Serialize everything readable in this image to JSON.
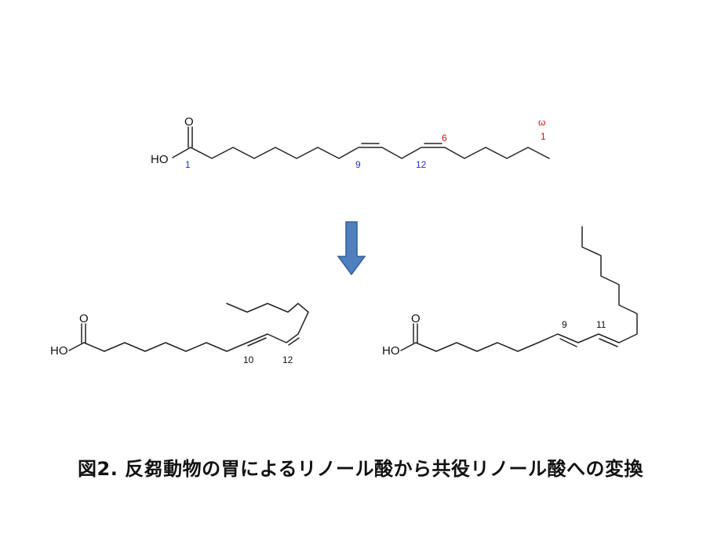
{
  "top_molecule": {
    "atoms": {
      "oxygen": "O",
      "hydroxyl": "HO"
    },
    "carbon_labels": {
      "c1": "1",
      "c9": "9",
      "c12": "12"
    },
    "omega_labels": {
      "omega": "ω",
      "omega1": "1",
      "omega6": "6"
    }
  },
  "arrow": {
    "color": "#4f7fbf",
    "border": "#355f95"
  },
  "bottom_left_molecule": {
    "atoms": {
      "oxygen": "O",
      "hydroxyl": "HO"
    },
    "carbon_labels": {
      "c10": "10",
      "c12": "12"
    }
  },
  "bottom_right_molecule": {
    "atoms": {
      "oxygen": "O",
      "hydroxyl": "HO"
    },
    "carbon_labels": {
      "c9": "9",
      "c11": "11"
    }
  },
  "caption": "図2.  反芻動物の胃によるリノール酸から共役リノール酸への変換",
  "colors": {
    "carbon_number": "#2233cc",
    "omega_number": "#cc1111"
  }
}
